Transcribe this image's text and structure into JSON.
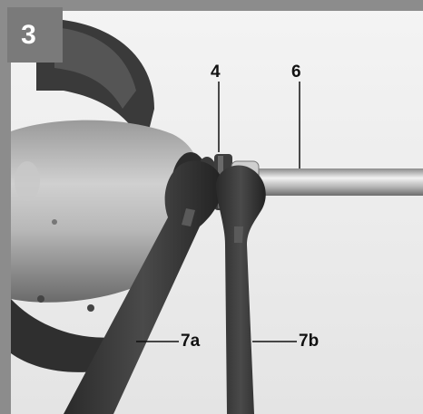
{
  "figure": {
    "step_number": "3",
    "callouts": {
      "spindle_nut": "4",
      "mixing_paddle": "6",
      "wrench_a": "7a",
      "wrench_b": "7b"
    }
  }
}
